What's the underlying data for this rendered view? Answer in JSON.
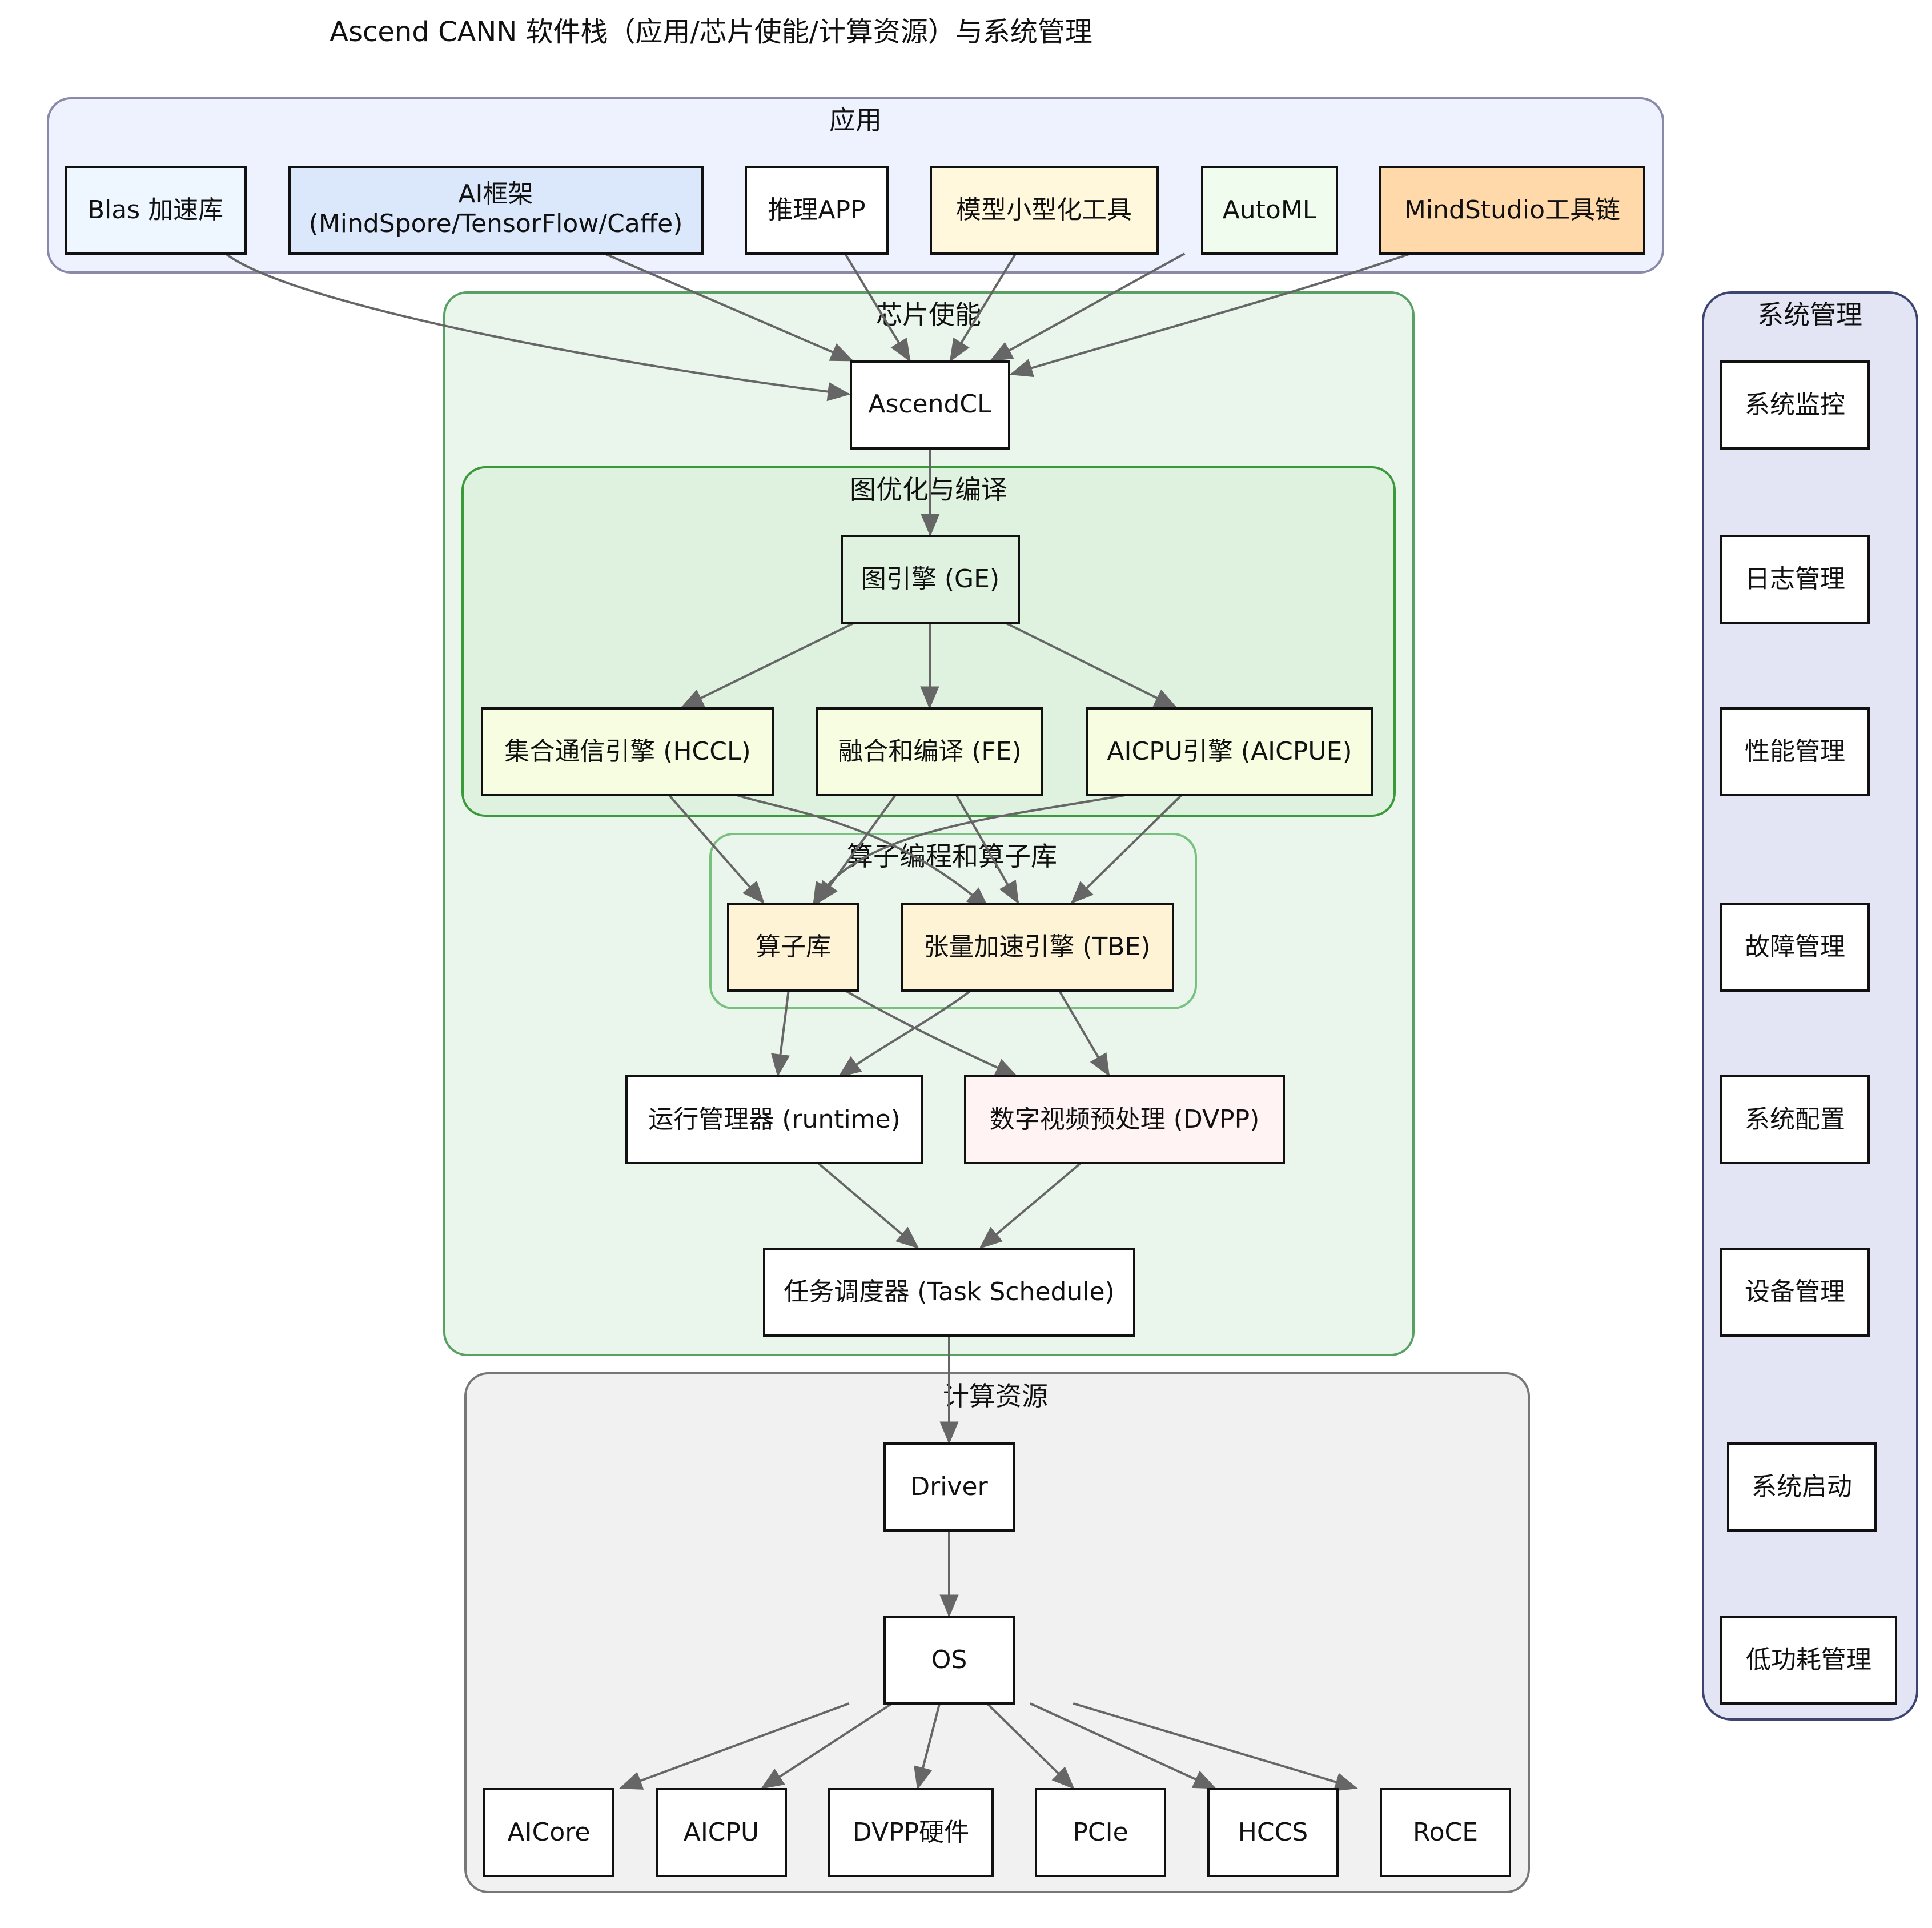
{
  "title": "Ascend CANN 软件栈（应用/芯片使能/计算资源）与系统管理",
  "colors": {
    "edge": "#666666",
    "node_border": "#111111",
    "cluster_app_fill": "#eef2ff",
    "cluster_app_border": "#8a8aa8",
    "cluster_chip_fill": "#eaf6ec",
    "cluster_chip_border": "#5aa064",
    "cluster_graph_fill": "#dff2e0",
    "cluster_graph_border": "#3a9a3a",
    "cluster_op_fill": "#eaf6ec",
    "cluster_op_border": "#78c07e",
    "cluster_compute_fill": "#f1f1f1",
    "cluster_compute_border": "#777777",
    "cluster_sys_fill": "#e3e5f5",
    "cluster_sys_border": "#3d4470"
  },
  "clusters": {
    "app": "应用",
    "chip": "芯片使能",
    "graph": "图优化与编译",
    "op": "算子编程和算子库",
    "compute": "计算资源",
    "sys": "系统管理"
  },
  "nodes": {
    "blas": {
      "label": "Blas 加速库",
      "fill": "#eef6ff"
    },
    "aiframe": {
      "line1": "AI框架",
      "line2": "(MindSpore/TensorFlow/Caffe)",
      "fill": "#dbe8fc"
    },
    "infer": {
      "label": "推理APP",
      "fill": "#ffffff"
    },
    "compress": {
      "label": "模型小型化工具",
      "fill": "#fff8dd"
    },
    "automl": {
      "label": "AutoML",
      "fill": "#f0fcee"
    },
    "mindstudio": {
      "label": "MindStudio工具链",
      "fill": "#ffd9aa"
    },
    "acl": {
      "label": "AscendCL",
      "fill": "#ffffff"
    },
    "ge": {
      "label": "图引擎 (GE)",
      "fill": "#dff2e0"
    },
    "hccl": {
      "label": "集合通信引擎 (HCCL)",
      "fill": "#f6fde0"
    },
    "fe": {
      "label": "融合和编译 (FE)",
      "fill": "#f6fde0"
    },
    "aicpue": {
      "label": "AICPU引擎 (AICPUE)",
      "fill": "#f6fde0"
    },
    "oplib": {
      "label": "算子库",
      "fill": "#fff3d6"
    },
    "tbe": {
      "label": "张量加速引擎 (TBE)",
      "fill": "#fff3d6"
    },
    "runtime": {
      "label": "运行管理器 (runtime)",
      "fill": "#ffffff"
    },
    "dvpp": {
      "label": "数字视频预处理 (DVPP)",
      "fill": "#fff3f3"
    },
    "task": {
      "label": "任务调度器 (Task Schedule)",
      "fill": "#ffffff"
    },
    "driver": {
      "label": "Driver",
      "fill": "#ffffff"
    },
    "os": {
      "label": "OS",
      "fill": "#ffffff"
    },
    "aicore": {
      "label": "AICore",
      "fill": "#ffffff"
    },
    "aicpu": {
      "label": "AICPU",
      "fill": "#ffffff"
    },
    "dvpphw": {
      "label": "DVPP硬件",
      "fill": "#ffffff"
    },
    "pcie": {
      "label": "PCIe",
      "fill": "#ffffff"
    },
    "hccs": {
      "label": "HCCS",
      "fill": "#ffffff"
    },
    "roce": {
      "label": "RoCE",
      "fill": "#ffffff"
    },
    "mon": {
      "label": "系统监控",
      "fill": "#ffffff"
    },
    "log": {
      "label": "日志管理",
      "fill": "#ffffff"
    },
    "perf": {
      "label": "性能管理",
      "fill": "#ffffff"
    },
    "fault": {
      "label": "故障管理",
      "fill": "#ffffff"
    },
    "config": {
      "label": "系统配置",
      "fill": "#ffffff"
    },
    "device": {
      "label": "设备管理",
      "fill": "#ffffff"
    },
    "boot": {
      "label": "系统启动",
      "fill": "#ffffff"
    },
    "power": {
      "label": "低功耗管理",
      "fill": "#ffffff"
    }
  },
  "edges": [
    [
      "blas",
      "acl"
    ],
    [
      "aiframe",
      "acl"
    ],
    [
      "infer",
      "acl"
    ],
    [
      "compress",
      "acl"
    ],
    [
      "automl",
      "acl"
    ],
    [
      "mindstudio",
      "acl"
    ],
    [
      "acl",
      "ge"
    ],
    [
      "ge",
      "hccl"
    ],
    [
      "ge",
      "fe"
    ],
    [
      "ge",
      "aicpue"
    ],
    [
      "hccl",
      "oplib"
    ],
    [
      "hccl",
      "tbe"
    ],
    [
      "fe",
      "oplib"
    ],
    [
      "fe",
      "tbe"
    ],
    [
      "aicpue",
      "oplib"
    ],
    [
      "aicpue",
      "tbe"
    ],
    [
      "oplib",
      "runtime"
    ],
    [
      "oplib",
      "dvpp"
    ],
    [
      "tbe",
      "runtime"
    ],
    [
      "tbe",
      "dvpp"
    ],
    [
      "runtime",
      "task"
    ],
    [
      "dvpp",
      "task"
    ],
    [
      "task",
      "driver"
    ],
    [
      "driver",
      "os"
    ],
    [
      "os",
      "aicore"
    ],
    [
      "os",
      "aicpu"
    ],
    [
      "os",
      "dvpphw"
    ],
    [
      "os",
      "pcie"
    ],
    [
      "os",
      "hccs"
    ],
    [
      "os",
      "roce"
    ]
  ]
}
